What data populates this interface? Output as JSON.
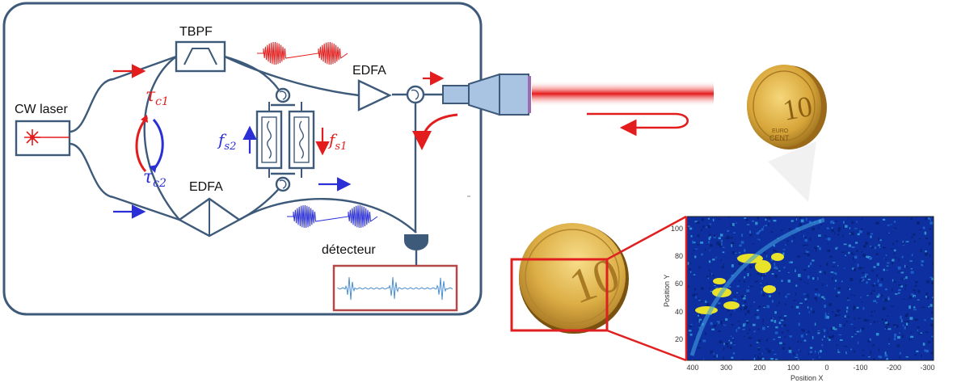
{
  "labels": {
    "cw_laser": "CW laser",
    "tbpf": "TBPF",
    "edfa_top": "EDFA",
    "edfa_bottom": "EDFA",
    "detector": "détecteur"
  },
  "symbols": {
    "tau_c1": {
      "base": "τ",
      "sub": "c1"
    },
    "tau_c2": {
      "base": "τ",
      "sub": "c2"
    },
    "f_s1": {
      "base": "f",
      "sub": "s1"
    },
    "f_s2": {
      "base": "f",
      "sub": "s2"
    }
  },
  "coin": {
    "denomination": "10",
    "euro": "EURO",
    "cent": "CENT"
  },
  "scan": {
    "ylabel": "Position Y",
    "xlabel": "Position X",
    "yticks": [
      "100",
      "80",
      "60",
      "40",
      "20"
    ],
    "xticks": [
      "400",
      "300",
      "200",
      "100",
      "0",
      "-100",
      "-200",
      "-300"
    ]
  },
  "colors": {
    "frame": "#3e5a7a",
    "red_comb": "#e31d1d",
    "blue_comb": "#2a2fd6",
    "scan_bg": "#0e2fa0",
    "scan_highlight": "#e8e22a",
    "inset_box": "#e02020",
    "coin_gold": "#d8a63a"
  }
}
